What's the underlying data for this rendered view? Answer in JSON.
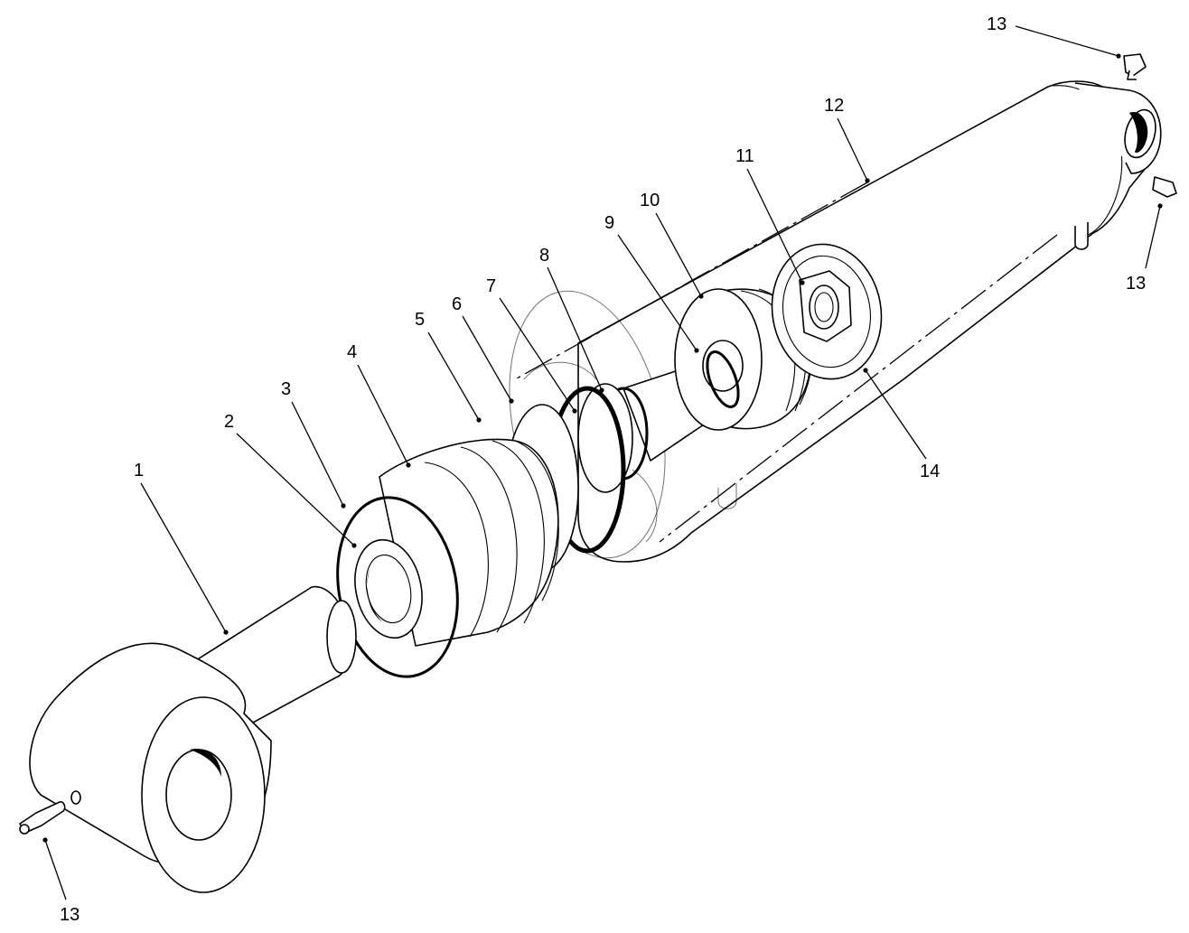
{
  "diagram": {
    "callouts": [
      {
        "id": "c1",
        "label": "1"
      },
      {
        "id": "c2",
        "label": "2"
      },
      {
        "id": "c3",
        "label": "3"
      },
      {
        "id": "c4",
        "label": "4"
      },
      {
        "id": "c5",
        "label": "5"
      },
      {
        "id": "c6",
        "label": "6"
      },
      {
        "id": "c7",
        "label": "7"
      },
      {
        "id": "c8",
        "label": "8"
      },
      {
        "id": "c9",
        "label": "9"
      },
      {
        "id": "c10",
        "label": "10"
      },
      {
        "id": "c11",
        "label": "11"
      },
      {
        "id": "c12",
        "label": "12"
      },
      {
        "id": "c13a",
        "label": "13"
      },
      {
        "id": "c13b",
        "label": "13"
      },
      {
        "id": "c13c",
        "label": "13"
      },
      {
        "id": "c14",
        "label": "14"
      }
    ]
  }
}
